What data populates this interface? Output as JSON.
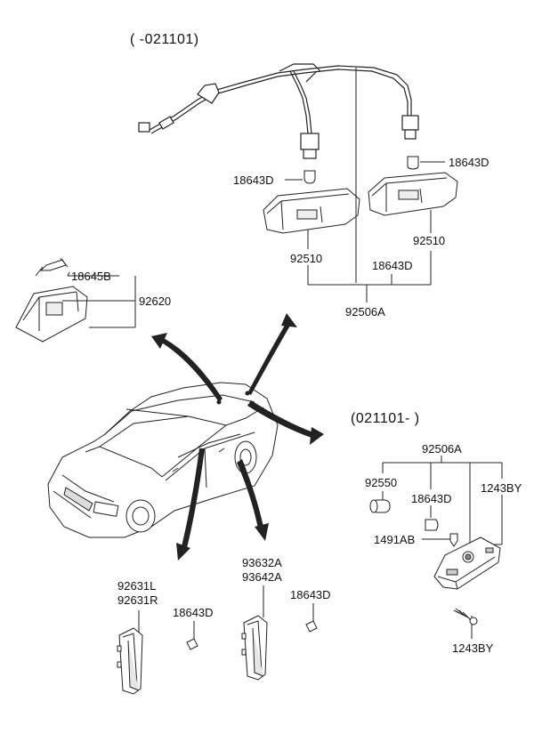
{
  "headers": {
    "before": "( -021101)",
    "after": "(021101- )"
  },
  "labels": {
    "p18643D_a": "18643D",
    "p18643D_b": "18643D",
    "p92510_a": "92510",
    "p92510_b": "92510",
    "p18643D_c": "18643D",
    "p92506A_a": "92506A",
    "p18645B": "18645B",
    "p92620": "92620",
    "p92506A_b": "92506A",
    "p92550": "92550",
    "p18643D_d": "18643D",
    "p1243BY_a": "1243BY",
    "p1491AB": "1491AB",
    "p1243BY_b": "1243BY",
    "p92631L": "92631L",
    "p92631R": "92631R",
    "p18643D_e": "18643D",
    "p93632A": "93632A",
    "p93642A": "93642A",
    "p18643D_f": "18643D"
  },
  "colors": {
    "line": "#222222",
    "fill": "#ffffff",
    "shade": "#e6e6e6"
  }
}
